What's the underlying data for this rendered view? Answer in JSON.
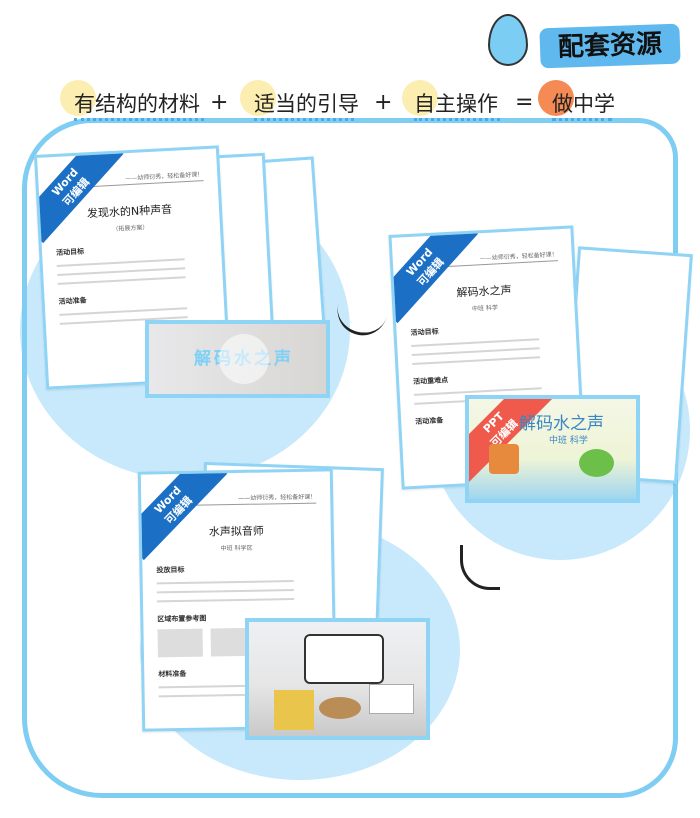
{
  "badge": {
    "label": "配套资源",
    "mascot": "water-drop"
  },
  "formula": {
    "terms": [
      "有结构的材料",
      "适当的引导",
      "自主操作",
      "做中学"
    ],
    "operators": [
      "+",
      "+",
      "="
    ]
  },
  "documents": [
    {
      "tag": "Word\n可编辑",
      "tag_top": "Word",
      "tag_bottom": "可编辑",
      "header": "——幼师衍秀，轻松备好课！",
      "title": "发现水的N种声音",
      "subtitle": "（拓展方案）",
      "sections": [
        "活动目标",
        "活动准备"
      ]
    },
    {
      "tag_top": "Word",
      "tag_bottom": "可编辑",
      "header": "——幼师衍秀，轻松备好课！",
      "title": "解码水之声",
      "subtitle": "中班 科学",
      "sections": [
        "活动目标",
        "活动重难点",
        "活动准备"
      ]
    },
    {
      "tag_top": "Word",
      "tag_bottom": "可编辑",
      "header": "——幼师衍秀，轻松备好课！",
      "title": "水声拟音师",
      "subtitle": "中班 科学区",
      "sections": [
        "投放目标",
        "区域布置参考图",
        "材料准备"
      ]
    }
  ],
  "video": {
    "title": "解码水之声",
    "icon": "play-icon"
  },
  "ppt": {
    "tag_top": "PPT",
    "tag_bottom": "可编辑",
    "title": "解码水之声",
    "subtitle": "中班 科学"
  },
  "colors": {
    "accent": "#7fcdf2",
    "word": "#1b6fc4",
    "ppt": "#ef5a4d",
    "highlight": "#fbeeb0",
    "orange": "#f68a54"
  }
}
